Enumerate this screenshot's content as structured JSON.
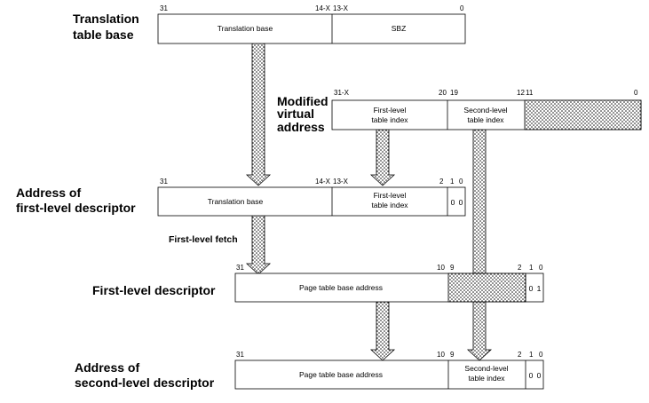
{
  "headings": {
    "translation_table_base": [
      "Translation",
      "table base"
    ],
    "modified_virtual_address": [
      "Modified",
      "virtual",
      "address"
    ],
    "address_first_level": [
      "Address of",
      "first-level descriptor"
    ],
    "first_level_descriptor": "First-level descriptor",
    "address_second_level": [
      "Address of",
      "second-level descriptor"
    ]
  },
  "first_level_fetch": "First-level fetch",
  "row1": {
    "bits": [
      "31",
      "14-X",
      "13-X",
      "0"
    ],
    "fields": [
      "Translation base",
      "SBZ"
    ]
  },
  "row2": {
    "bits": [
      "31-X",
      "20",
      "19",
      "12",
      "11",
      "0"
    ],
    "fields": [
      [
        "First-level",
        "table index"
      ],
      [
        "Second-level",
        "table index"
      ]
    ]
  },
  "row3": {
    "bits": [
      "31",
      "14-X",
      "13-X",
      "2",
      "1",
      "0"
    ],
    "fields": [
      "Translation base",
      [
        "First-level",
        "table index"
      ]
    ],
    "low_bits": [
      "0",
      "0"
    ]
  },
  "row4": {
    "bits": [
      "31",
      "10",
      "9",
      "2",
      "1",
      "0"
    ],
    "fields": [
      "Page table base address"
    ],
    "low_bits": [
      "0",
      "1"
    ]
  },
  "row5": {
    "bits": [
      "31",
      "10",
      "9",
      "2",
      "1",
      "0"
    ],
    "fields": [
      "Page table base address",
      [
        "Second-level",
        "table index"
      ]
    ],
    "low_bits": [
      "0",
      "0"
    ]
  }
}
